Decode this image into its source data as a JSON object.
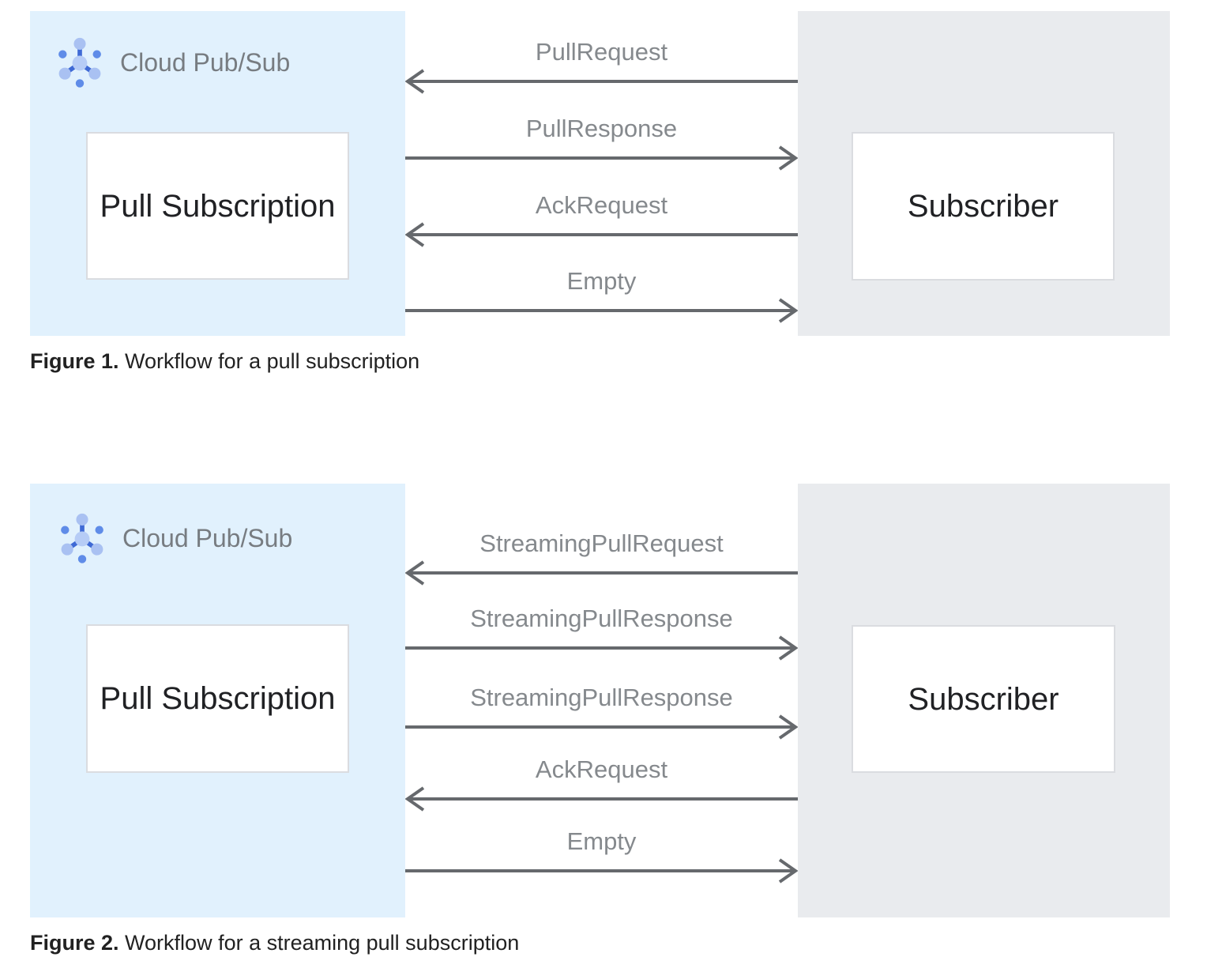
{
  "figure1": {
    "provider_label": "Cloud Pub/Sub",
    "subscription_box": "Pull Subscription",
    "subscriber_box": "Subscriber",
    "arrows": [
      {
        "label": "PullRequest",
        "direction": "left"
      },
      {
        "label": "PullResponse",
        "direction": "right"
      },
      {
        "label": "AckRequest",
        "direction": "left"
      },
      {
        "label": "Empty",
        "direction": "right"
      }
    ],
    "caption_label": "Figure 1.",
    "caption_text": "Workflow for a pull subscription"
  },
  "figure2": {
    "provider_label": "Cloud Pub/Sub",
    "subscription_box": "Pull Subscription",
    "subscriber_box": "Subscriber",
    "arrows": [
      {
        "label": "StreamingPullRequest",
        "direction": "left"
      },
      {
        "label": "StreamingPullResponse",
        "direction": "right"
      },
      {
        "label": "StreamingPullResponse",
        "direction": "right"
      },
      {
        "label": "AckRequest",
        "direction": "left"
      },
      {
        "label": "Empty",
        "direction": "right"
      }
    ],
    "caption_label": "Figure 2.",
    "caption_text": "Workflow for a streaming pull subscription"
  },
  "icons": {
    "pubsub": "cloud-pubsub-network-icon"
  },
  "colors": {
    "panel_blue": "#e1f1fd",
    "panel_gray": "#e9ebee",
    "box_bg": "#ffffff",
    "box_border": "#dadce0",
    "box_text": "#202124",
    "arrow_stroke": "#66696d",
    "arrow_label": "#85898d",
    "provider_label": "#777c81",
    "caption_text": "#212121",
    "icon_light": "#a9c1f2",
    "icon_center": "#b6ccf6",
    "icon_stroke": "#3f6ad5",
    "icon_dot": "#5f8ce8"
  }
}
